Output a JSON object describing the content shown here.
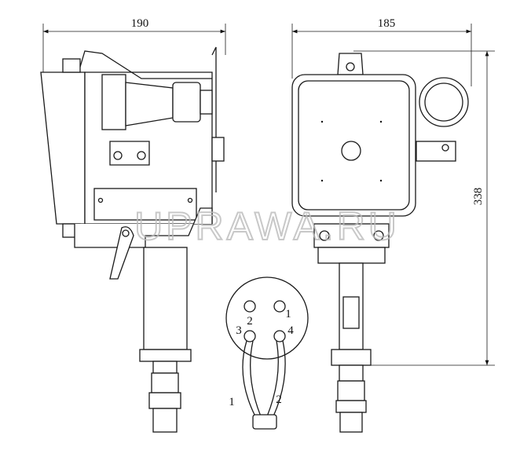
{
  "dimensions": {
    "width_side": "190",
    "width_front": "185",
    "height": "338"
  },
  "connector": {
    "pins": [
      "1",
      "2",
      "3",
      "4"
    ],
    "wires": [
      "1",
      "2"
    ]
  },
  "watermark": "UPRAWA.RU",
  "colors": {
    "line": "#1a1a1a",
    "watermark": "#bbbbbb"
  }
}
